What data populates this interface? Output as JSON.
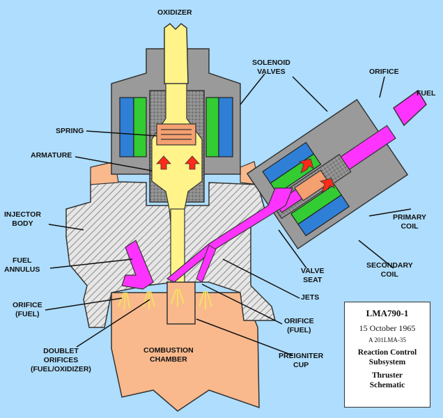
{
  "labels": {
    "oxidizer": "OXIDIZER",
    "solenoid_valves": [
      "SOLENOID",
      "VALVES"
    ],
    "orifice_top": "ORIFICE",
    "fuel": "FUEL",
    "spring": "SPRING",
    "armature": "ARMATURE",
    "injector_body": [
      "INJECTOR",
      "BODY"
    ],
    "fuel_annulus": [
      "FUEL",
      "ANNULUS"
    ],
    "primary_coil": [
      "PRIMARY",
      "COIL"
    ],
    "secondary_coil": [
      "SECONDARY",
      "COIL"
    ],
    "valve_seat": [
      "VALVE",
      "SEAT"
    ],
    "jets": "JETS",
    "orifice_fuel_left": [
      "ORIFICE",
      "(FUEL)"
    ],
    "orifice_fuel_right": [
      "ORIFICE",
      "(FUEL)"
    ],
    "doublet_orifices": [
      "DOUBLET",
      "ORIFICES",
      "(FUEL/OXIDIZER)"
    ],
    "combustion_chamber": [
      "COMBUSTION",
      "CHAMBER"
    ],
    "preigniter_cup": [
      "PREIGNITER",
      "CUP"
    ]
  },
  "document_box": {
    "id": "LMA790-1",
    "date": "15 October 1965",
    "code": "A 201LMA-35",
    "subsystem": [
      "Reaction Control",
      "Subsystem"
    ],
    "title": [
      "Thruster",
      "Schematic"
    ]
  },
  "colors": {
    "background": "#aeddfd",
    "body_gray": "#9a9a9a",
    "hatch": "#d9d9d9",
    "oxidizer_yellow": "#fff38a",
    "fuel_magenta": "#ff33ff",
    "chamber_peach": "#f9b98d",
    "coil_blue": "#2f7fd6",
    "coil_green": "#33cc33",
    "arrow_red": "#ff2a1a",
    "spring_orange": "#f4a070"
  }
}
